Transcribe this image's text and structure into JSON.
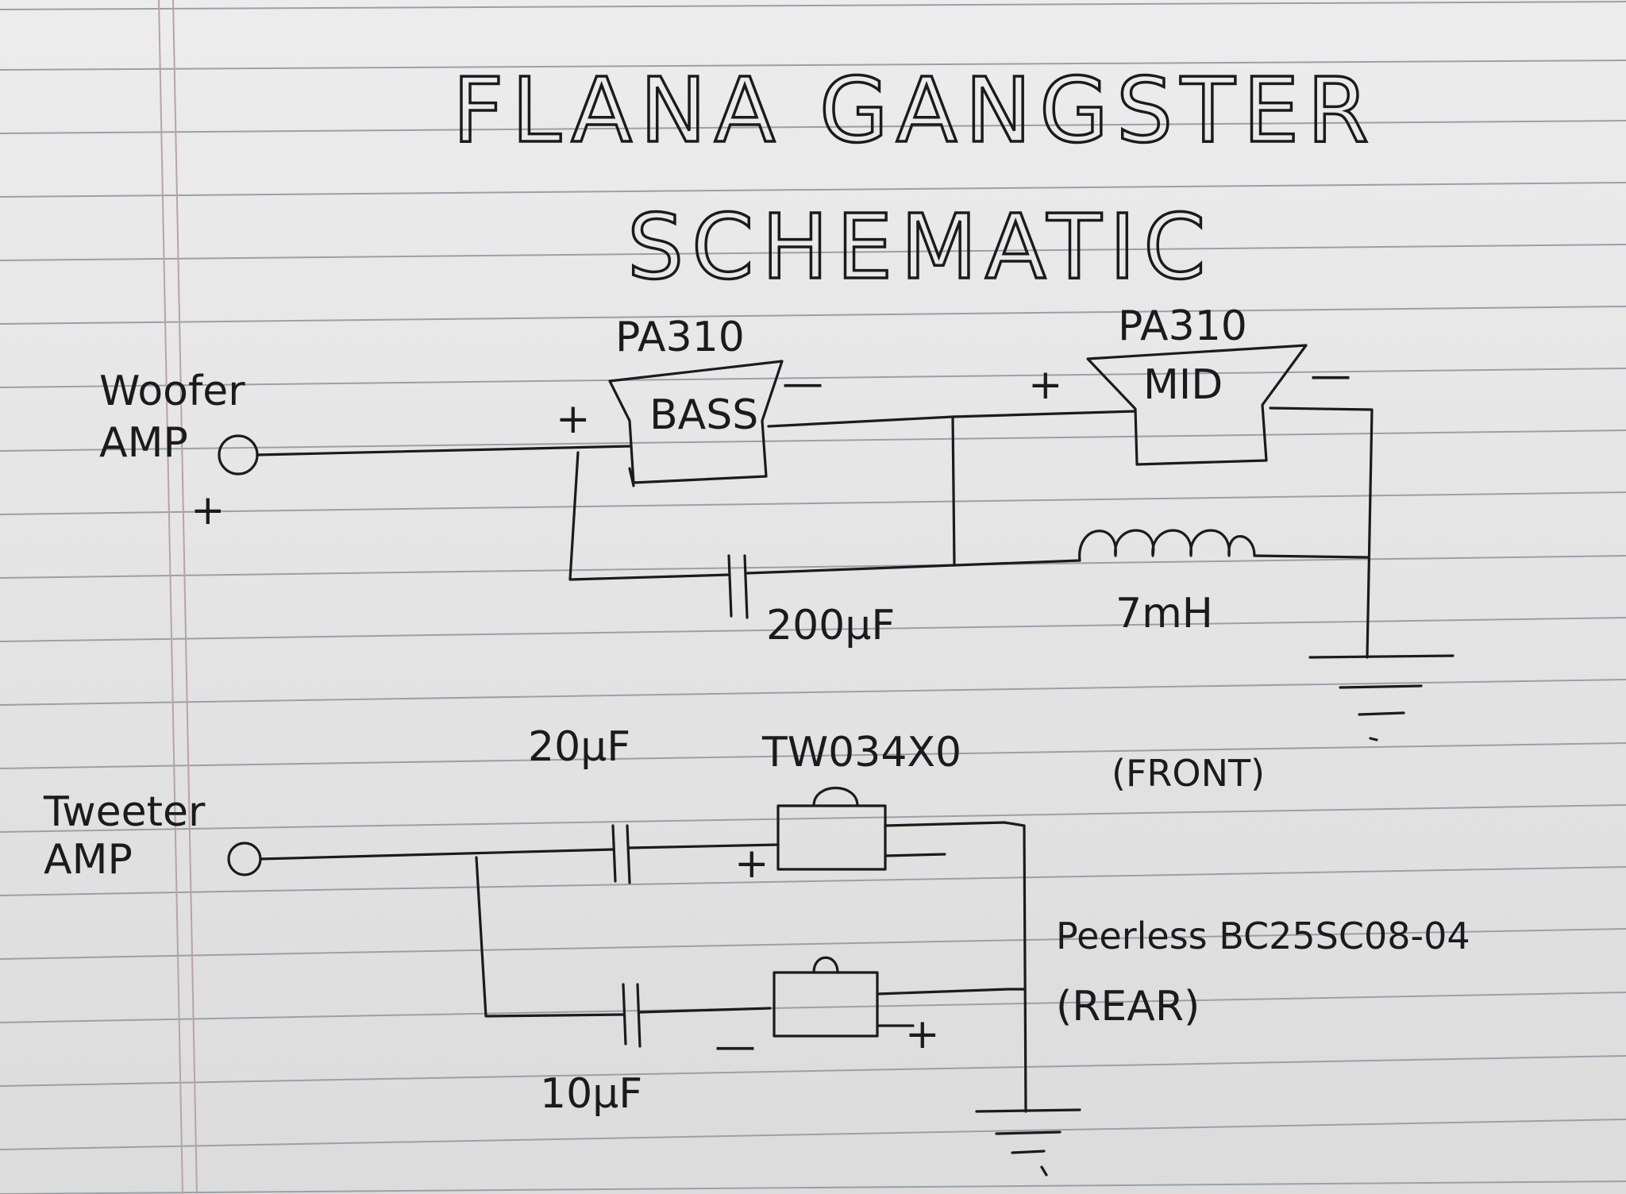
{
  "title": {
    "line1": "FLANA GANGSTER",
    "line2": "SCHEMATIC"
  },
  "woofer_section": {
    "input_label_line1": "Woofer",
    "input_label_line2": "AMP",
    "input_polarity": "+",
    "bass_driver": {
      "model": "PA310",
      "role": "BASS",
      "plus": "+",
      "minus": "—"
    },
    "mid_driver": {
      "model": "PA310",
      "role": "MID",
      "plus": "+",
      "minus": "—"
    },
    "capacitor": "200μF",
    "inductor": "7mH"
  },
  "tweeter_section": {
    "input_label_line1": "Tweeter",
    "input_label_line2": "AMP",
    "front_capacitor": "20μF",
    "front_driver": {
      "model": "TW034X0",
      "position": "(FRONT)",
      "plus": "+"
    },
    "rear_capacitor": "10μF",
    "rear_driver": {
      "model": "Peerless BC25SC08-04",
      "position": "(REAR)",
      "plus": "+",
      "minus": "—"
    }
  }
}
